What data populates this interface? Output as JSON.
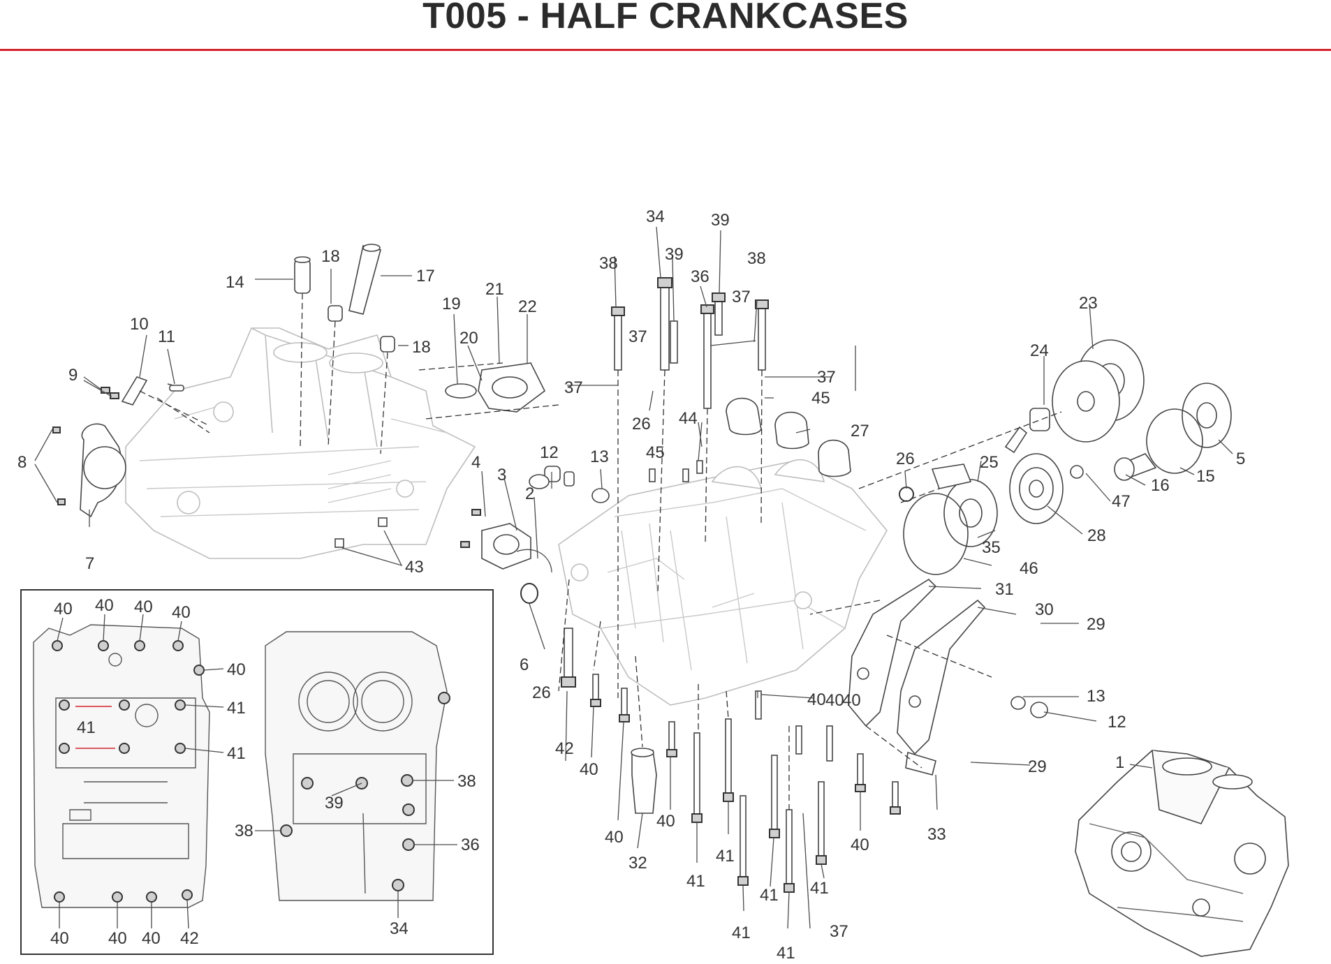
{
  "title": "T005 - HALF CRANKCASES",
  "colors": {
    "accent_rule": "#d2232a",
    "title_text": "#2b2b2b",
    "line_art": "#444444",
    "ghost_art": "#bdbdbd"
  },
  "callouts": {
    "c1": "1",
    "c2": "2",
    "c3": "3",
    "c4": "4",
    "c5": "5",
    "c6": "6",
    "c7": "7",
    "c8": "8",
    "c9": "9",
    "c10": "10",
    "c11": "11",
    "c12a": "12",
    "c12b": "12",
    "c13a": "13",
    "c13b": "13",
    "c14": "14",
    "c15": "15",
    "c16": "16",
    "c17": "17",
    "c18a": "18",
    "c18b": "18",
    "c19": "19",
    "c20": "20",
    "c21": "21",
    "c22": "22",
    "c23": "23",
    "c24": "24",
    "c25": "25",
    "c26a": "26",
    "c26b": "26",
    "c26c": "26",
    "c27": "27",
    "c28": "28",
    "c29a": "29",
    "c29b": "29",
    "c30": "30",
    "c31": "31",
    "c32": "32",
    "c33": "33",
    "c34": "34",
    "c35": "35",
    "c36": "36",
    "c37a": "37",
    "c37b": "37",
    "c37c": "37",
    "c37d": "37",
    "c37e": "37",
    "c38a": "38",
    "c38b": "38",
    "c39a": "39",
    "c39b": "39",
    "c40a": "40",
    "c40b": "40",
    "c40c": "40",
    "c40d": "40",
    "c40e": "40",
    "c40f": "40",
    "c40g": "40",
    "c41a": "41",
    "c41b": "41",
    "c41c": "41",
    "c41d": "41",
    "c41e": "41",
    "c41f": "41",
    "c42": "42",
    "c43": "43",
    "c44": "44",
    "c45a": "45",
    "c45b": "45",
    "c46": "46",
    "c47": "47"
  },
  "inset_callouts": {
    "i40a": "40",
    "i40b": "40",
    "i40c": "40",
    "i40d": "40",
    "i40e": "40",
    "i41a": "41",
    "i41b": "41",
    "i41c": "41",
    "i40f": "40",
    "i40g": "40",
    "i40h": "40",
    "i42": "42",
    "i38a": "38",
    "i39": "39",
    "i38b": "38",
    "i36": "36",
    "i34": "34"
  }
}
